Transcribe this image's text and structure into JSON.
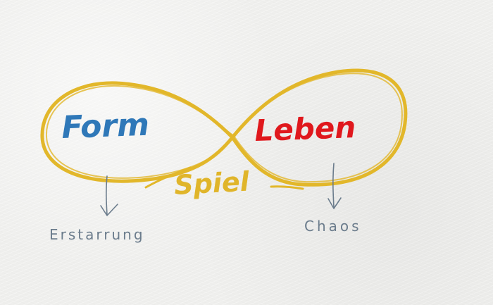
{
  "diagram": {
    "left_word": "Form",
    "right_word": "Leben",
    "center_word": "Spiel",
    "left_result": "Erstarrung",
    "right_result": "Chaos"
  },
  "colors": {
    "infinity_loop": "#e2b72a",
    "left_word": "#2f78b8",
    "right_word": "#e0181d",
    "center_word": "#e0b52a",
    "annotation": "#6b7c8c"
  }
}
